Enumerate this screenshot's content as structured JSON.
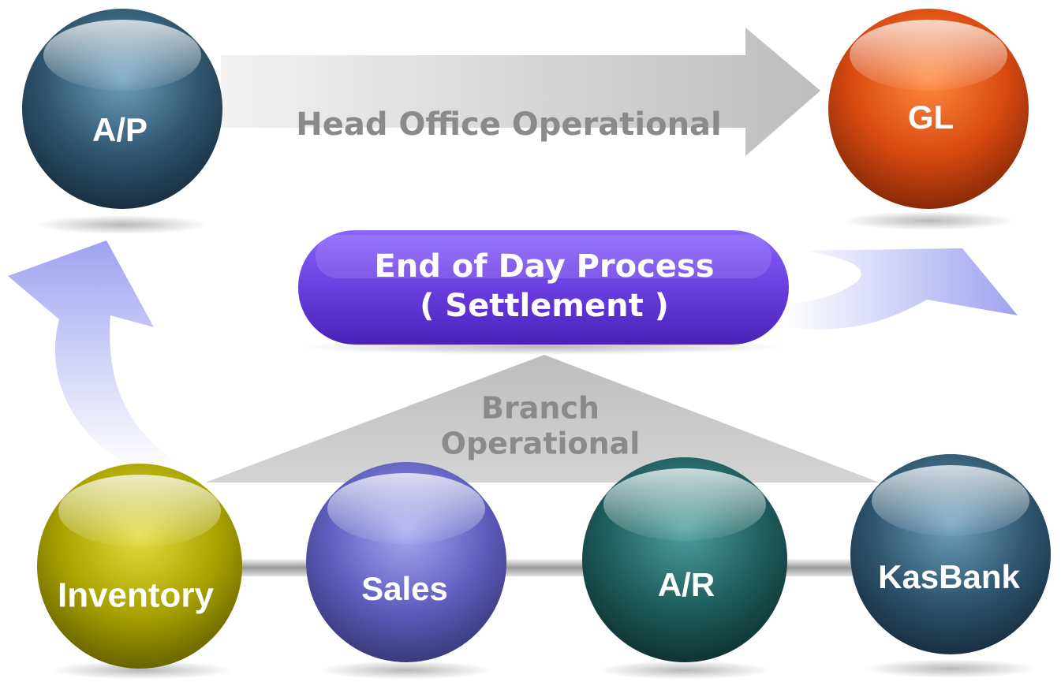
{
  "modules": {
    "ap": {
      "label": "A/P",
      "color": "#2f566e"
    },
    "gl": {
      "label": "GL",
      "color": "#d94a10"
    },
    "inventory": {
      "label": "Inventory",
      "color": "#a9a300"
    },
    "sales": {
      "label": "Sales",
      "color": "#5f5fc0"
    },
    "ar": {
      "label": "A/R",
      "color": "#1f5e5e"
    },
    "kasbank": {
      "label": "KasBank",
      "color": "#2f566e"
    }
  },
  "flows": {
    "head_office": {
      "label": "Head Office Operational"
    },
    "branch": {
      "line1": "Branch",
      "line2": "Operational"
    }
  },
  "process": {
    "line1": "End of Day Process",
    "line2": "( Settlement )",
    "color": "#6a3ee0"
  }
}
